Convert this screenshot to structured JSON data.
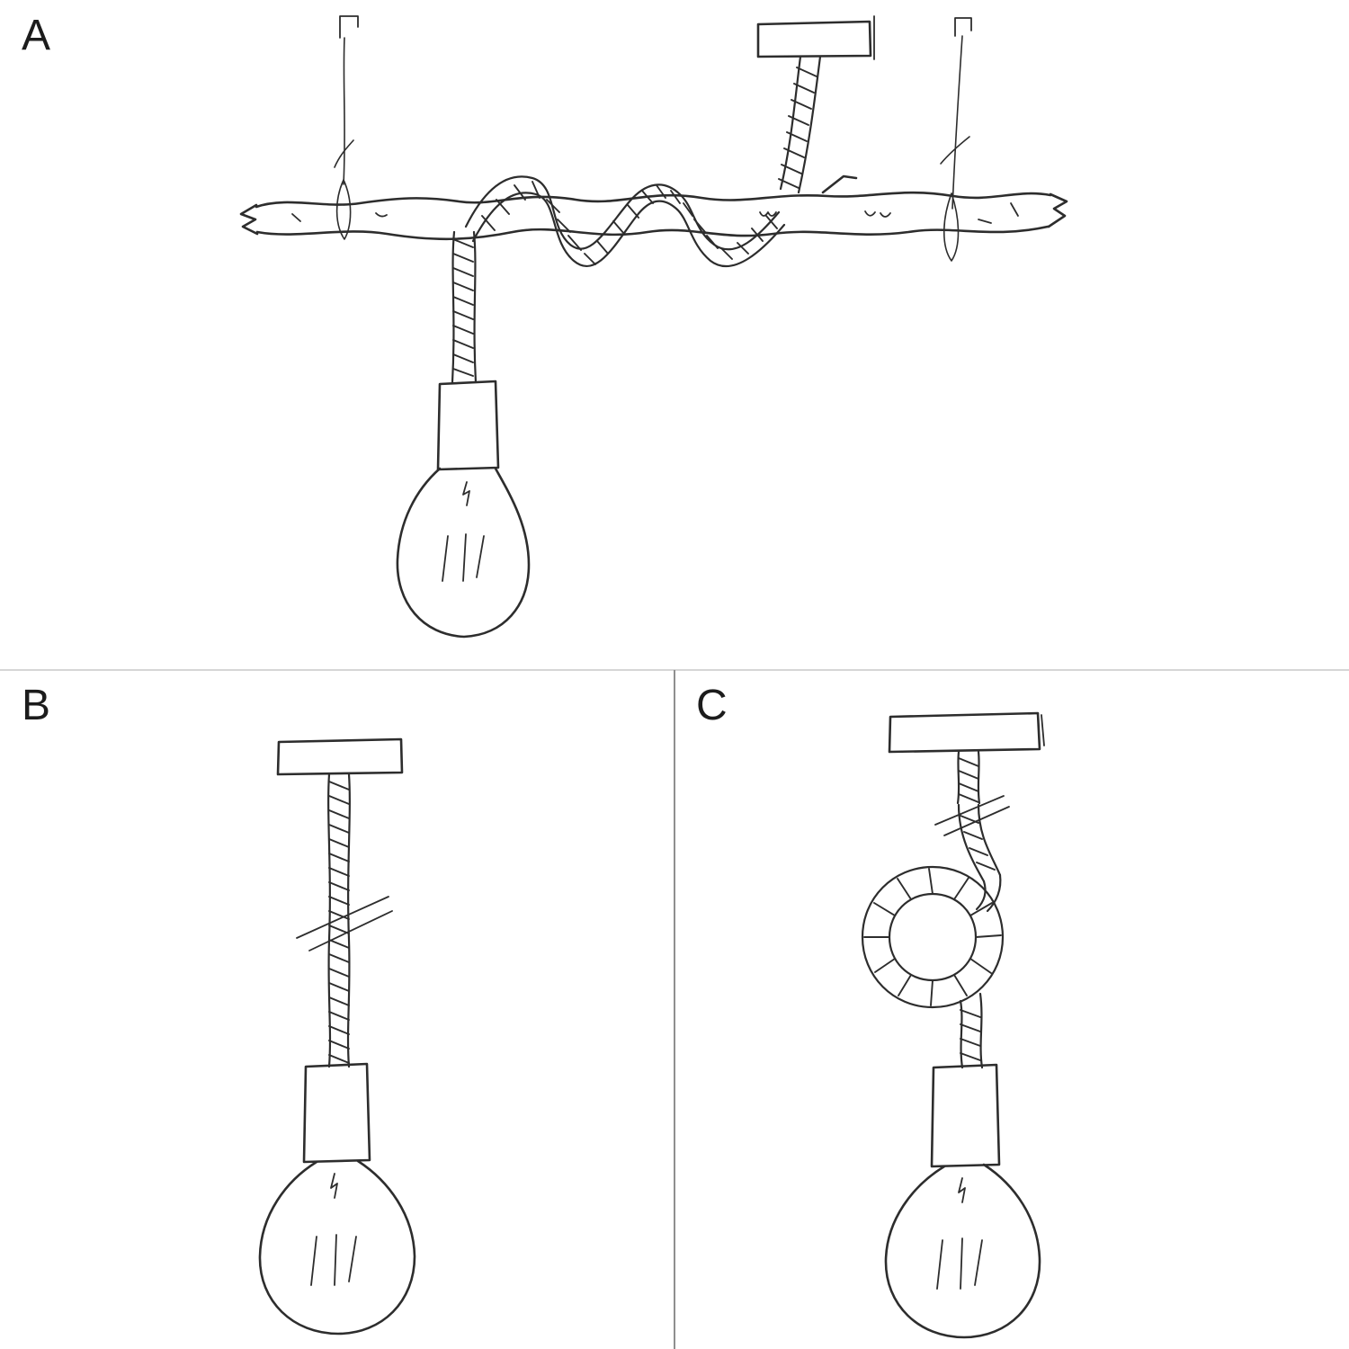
{
  "page": {
    "background_color": "#ffffff",
    "ink_color": "#2d2d2d",
    "divider_color": "#c9c9c9"
  },
  "panels": {
    "a": {
      "label": "A",
      "sketch": "branch-with-wrapped-rope-and-pendant-bulb-sketch"
    },
    "b": {
      "label": "B",
      "sketch": "straight-rope-pendant-bulb-sketch"
    },
    "c": {
      "label": "C",
      "sketch": "knotted-rope-pendant-bulb-sketch"
    }
  }
}
